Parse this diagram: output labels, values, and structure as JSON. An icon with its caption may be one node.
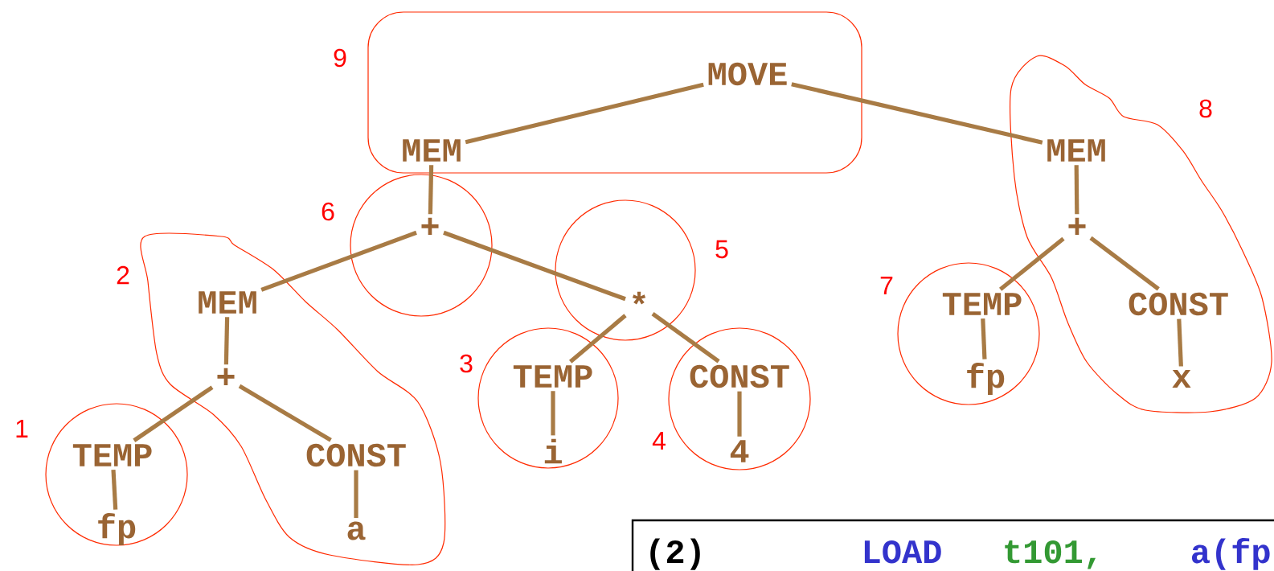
{
  "diagram": {
    "nodes": [
      {
        "text": [],
        "shape": "circle",
        "beside": [
          "1"
        ]
      },
      {
        "text": [
          "TEMP"
        ],
        "in": 0
      },
      {
        "text": [
          "fp"
        ],
        "in": 0
      },
      {
        "text": [],
        "shape": "blob",
        "beside": [
          "2"
        ]
      },
      {
        "text": [
          "MEM"
        ],
        "in": 3
      },
      {
        "text": [
          "+"
        ],
        "in": 3
      },
      {
        "text": [
          "CONST"
        ],
        "in": 3
      },
      {
        "text": [
          "a"
        ],
        "in": 3
      },
      {
        "text": [],
        "shape": "circle",
        "beside": [
          "3"
        ]
      },
      {
        "text": [
          "TEMP"
        ],
        "in": 8
      },
      {
        "text": [
          "i"
        ],
        "in": 8
      },
      {
        "text": [],
        "shape": "circle",
        "beside": [
          "4"
        ]
      },
      {
        "text": [
          "CONST"
        ],
        "in": 11
      },
      {
        "text": [
          "4"
        ],
        "in": 11
      },
      {
        "text": [],
        "shape": "circle",
        "beside": [
          "5"
        ]
      },
      {
        "text": [
          "*"
        ],
        "in": 14
      },
      {
        "text": [],
        "shape": "circle",
        "beside": [
          "6"
        ]
      },
      {
        "text": [
          "+"
        ],
        "in": 16
      },
      {
        "text": [],
        "shape": "circle",
        "beside": [
          "7"
        ]
      },
      {
        "text": [
          "TEMP"
        ],
        "in": 18
      },
      {
        "text": [
          "fp"
        ],
        "in": 18
      },
      {
        "text": [],
        "shape": "blob",
        "beside": [
          "8"
        ]
      },
      {
        "text": [
          "MEM"
        ],
        "in": 21
      },
      {
        "text": [
          "+"
        ],
        "in": 21
      },
      {
        "text": [
          "CONST"
        ],
        "in": 21
      },
      {
        "text": [
          "x"
        ],
        "in": 21
      },
      {
        "text": [],
        "shape": "box",
        "beside": [
          "9"
        ]
      },
      {
        "text": [
          "MOVE"
        ],
        "in": 26
      },
      {
        "text": [
          "MEM"
        ],
        "in": 26
      },
      {
        "text": [
          "(2)",
          "LOAD",
          "t101,",
          "a(fp"
        ]
      }
    ],
    "edges": [
      {
        "from": 27,
        "to": 28,
        "arrow": "none"
      },
      {
        "from": 27,
        "to": 22,
        "arrow": "none"
      },
      {
        "from": 28,
        "to": 17,
        "arrow": "none"
      },
      {
        "from": 17,
        "to": 4,
        "arrow": "none"
      },
      {
        "from": 17,
        "to": 15,
        "arrow": "none"
      },
      {
        "from": 4,
        "to": 5,
        "arrow": "none"
      },
      {
        "from": 5,
        "to": 1,
        "arrow": "none"
      },
      {
        "from": 5,
        "to": 6,
        "arrow": "none"
      },
      {
        "from": 1,
        "to": 2,
        "arrow": "none"
      },
      {
        "from": 6,
        "to": 7,
        "arrow": "none"
      },
      {
        "from": 15,
        "to": 9,
        "arrow": "none"
      },
      {
        "from": 15,
        "to": 12,
        "arrow": "none"
      },
      {
        "from": 9,
        "to": 10,
        "arrow": "none"
      },
      {
        "from": 12,
        "to": 13,
        "arrow": "none"
      },
      {
        "from": 22,
        "to": 23,
        "arrow": "none"
      },
      {
        "from": 23,
        "to": 19,
        "arrow": "none"
      },
      {
        "from": 23,
        "to": 24,
        "arrow": "none"
      },
      {
        "from": 19,
        "to": 20,
        "arrow": "none"
      },
      {
        "from": 24,
        "to": 25,
        "arrow": "none"
      }
    ]
  }
}
